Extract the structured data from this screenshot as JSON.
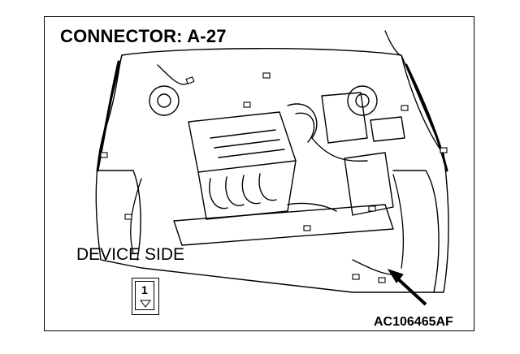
{
  "title": "CONNECTOR: A-27",
  "device_side_label": "DEVICE SIDE",
  "connector_pin": "1",
  "figure_code": "AC106465",
  "figure_suffix": "AF"
}
